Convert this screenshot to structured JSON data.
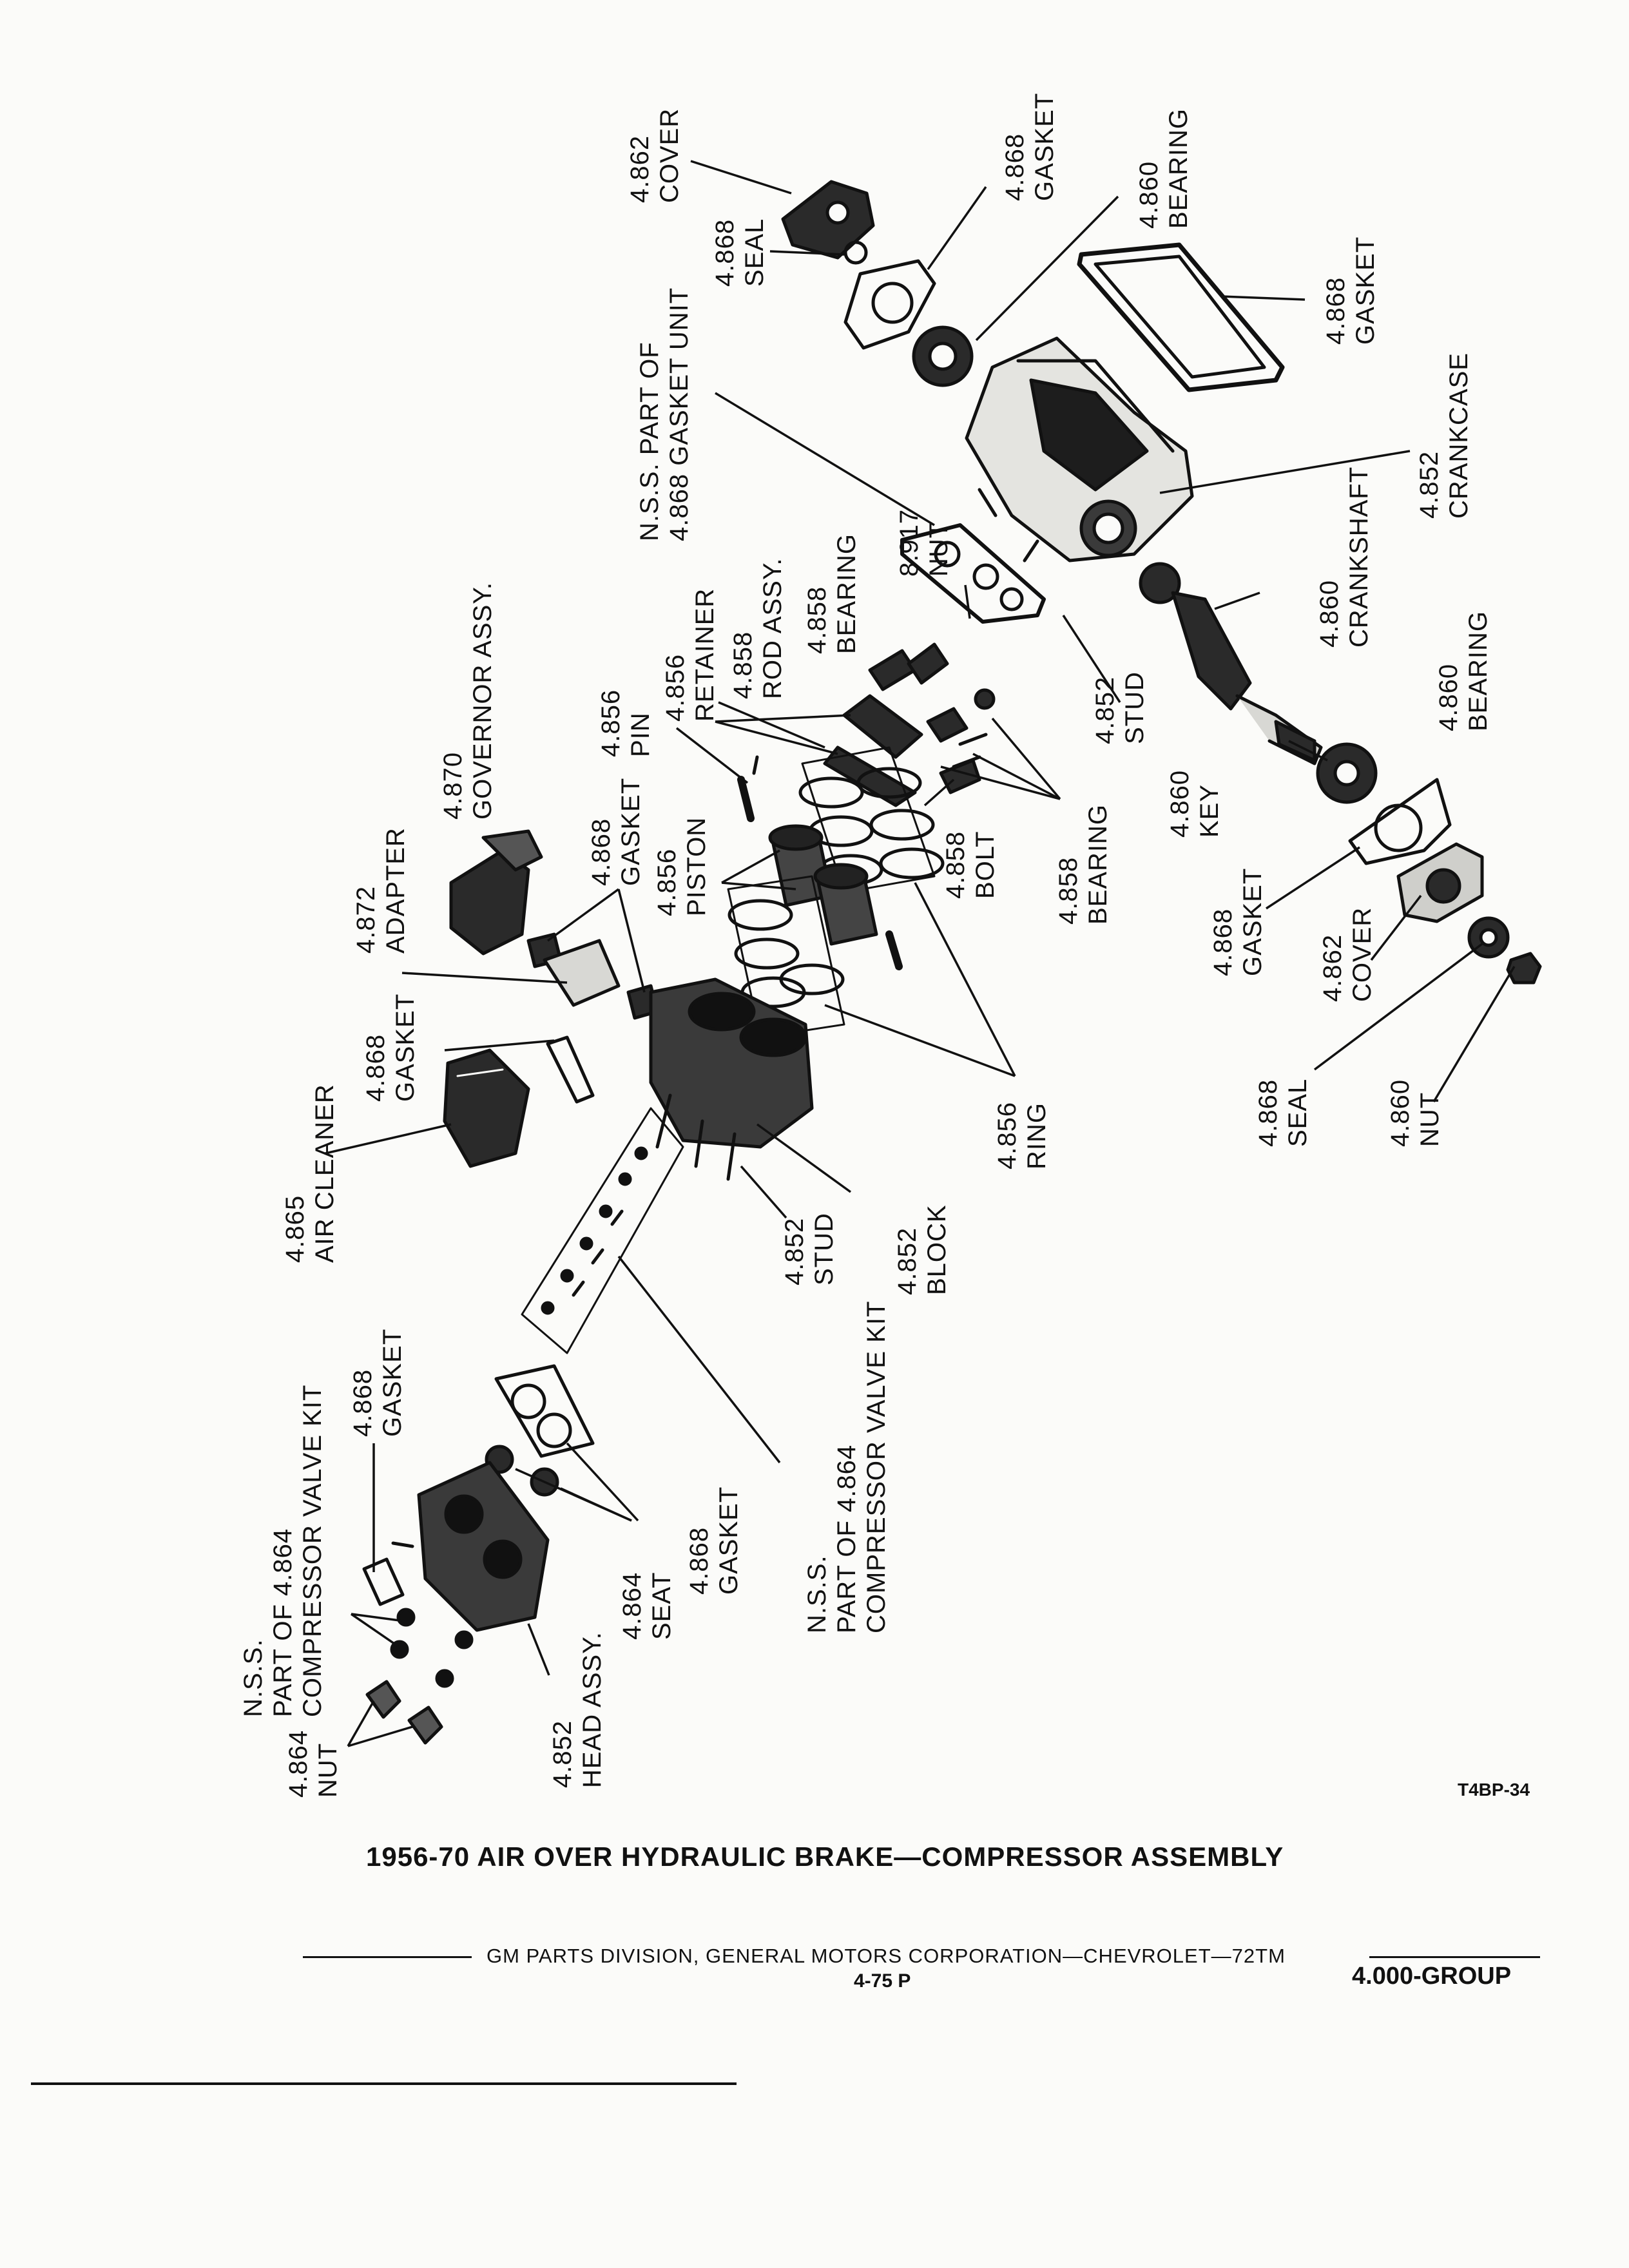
{
  "callouts": {
    "cover_top": [
      "4.862",
      "COVER"
    ],
    "seal_top": [
      "4.868",
      "SEAL"
    ],
    "gasket_top": [
      "4.868",
      "GASKET"
    ],
    "bearing_top": [
      "4.860",
      "BEARING"
    ],
    "gasket_right": [
      "4.868",
      "GASKET"
    ],
    "nss_gasket_unit": [
      "N.S.S. PART OF",
      "4.868 GASKET UNIT"
    ],
    "crankcase": [
      "4.852",
      "CRANKCASE"
    ],
    "nut_8917": [
      "8.917",
      "NUT"
    ],
    "bearing_4858_top": [
      "4.858",
      "BEARING"
    ],
    "rod_assy": [
      "4.858",
      "ROD ASSY."
    ],
    "retainer": [
      "4.856",
      "RETAINER"
    ],
    "pin": [
      "4.856",
      "PIN"
    ],
    "governor": [
      "4.870",
      "GOVERNOR ASSY."
    ],
    "crankshaft": [
      "4.860",
      "CRANKSHAFT"
    ],
    "stud_crankcase": [
      "4.852",
      "STUD"
    ],
    "bearing_4860_bottom": [
      "4.860",
      "BEARING"
    ],
    "key": [
      "4.860",
      "KEY"
    ],
    "bolt": [
      "4.858",
      "BOLT"
    ],
    "bearing_4858_bottom": [
      "4.858",
      "BEARING"
    ],
    "piston": [
      "4.856",
      "PISTON"
    ],
    "gasket_governor": [
      "4.868",
      "GASKET"
    ],
    "adapter": [
      "4.872",
      "ADAPTER"
    ],
    "gasket_cover": [
      "4.868",
      "GASKET"
    ],
    "cover_bottom": [
      "4.862",
      "COVER"
    ],
    "gasket_air_cleaner": [
      "4.868",
      "GASKET"
    ],
    "air_cleaner": [
      "4.865",
      "AIR CLEANER"
    ],
    "ring": [
      "4.856",
      "RING"
    ],
    "seal_bottom": [
      "4.868",
      "SEAL"
    ],
    "nut_4860": [
      "4.860",
      "NUT"
    ],
    "stud_block": [
      "4.852",
      "STUD"
    ],
    "block": [
      "4.852",
      "BLOCK"
    ],
    "nss_valve_kit_upper": [
      "N.S.S.",
      "PART OF 4.864",
      "COMPRESSOR VALVE KIT"
    ],
    "nss_valve_kit_left": [
      "N.S.S.",
      "PART OF 4.864",
      "COMPRESSOR VALVE KIT"
    ],
    "gasket_head_left": [
      "4.868",
      "GASKET"
    ],
    "seat": [
      "4.864",
      "SEAT"
    ],
    "gasket_head": [
      "4.868",
      "GASKET"
    ],
    "nut_4864": [
      "4.864",
      "NUT"
    ],
    "head_assy": [
      "4.852",
      "HEAD ASSY."
    ]
  },
  "figure_id": "T4BP-34",
  "title": "1956-70  AIR OVER HYDRAULIC BRAKE—COMPRESSOR ASSEMBLY",
  "footer": {
    "division": "GM PARTS DIVISION,  GENERAL MOTORS CORPORATION—CHEVROLET—72TM",
    "page": "4-75  P",
    "group": "4.000-GROUP"
  }
}
